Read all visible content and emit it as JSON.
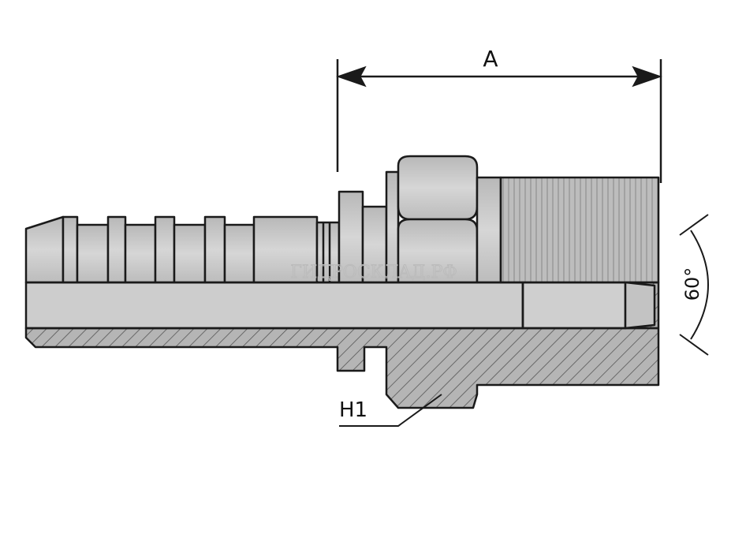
{
  "diagram": {
    "title_dimension": "A",
    "angle_label": "60°",
    "callout_label": "H1",
    "watermark": "ГИДРОСКЛАД.РФ",
    "colors": {
      "outline": "#1a1a1a",
      "metal": "#c9c9c9",
      "metal_dark": "#a9a9a9",
      "hatch_fill": "#b5b5b5"
    }
  }
}
